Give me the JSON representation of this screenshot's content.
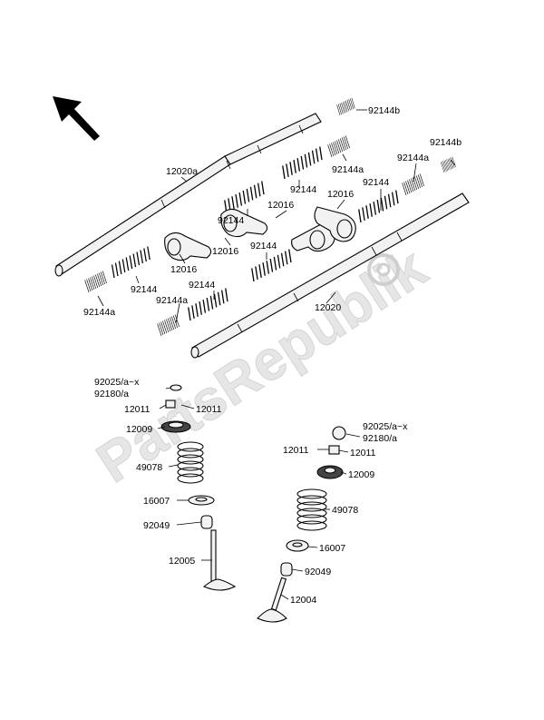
{
  "watermark": "PartsRepublik",
  "labels": {
    "l_92144b_top": "92144b",
    "l_92144b_right": "92144b",
    "l_12020a": "12020a",
    "l_92144a_1": "92144a",
    "l_92144a_2": "92144a",
    "l_92144a_left": "92144a",
    "l_92144a_mid": "92144a",
    "l_92144_1": "92144",
    "l_92144_2": "92144",
    "l_92144_3": "92144",
    "l_92144_4": "92144",
    "l_92144_5": "92144",
    "l_92144_6": "92144",
    "l_12016_1": "12016",
    "l_12016_2": "12016",
    "l_12016_3": "12016",
    "l_12016_4": "12016",
    "l_12020": "12020",
    "l_92025_left": "92025/a~x",
    "l_92180_left": "92180/a",
    "l_12011_l1": "12011",
    "l_12011_l2": "12011",
    "l_12009_left": "12009",
    "l_49078_left": "49078",
    "l_16007_left": "16007",
    "l_92049_left": "92049",
    "l_12005": "12005",
    "l_92025_right": "92025/a~x",
    "l_92180_right": "92180/a",
    "l_12011_r1": "12011",
    "l_12011_r2": "12011",
    "l_12009_right": "12009",
    "l_49078_right": "49078",
    "l_16007_right": "16007",
    "l_92049_right": "92049",
    "l_12004": "12004"
  }
}
